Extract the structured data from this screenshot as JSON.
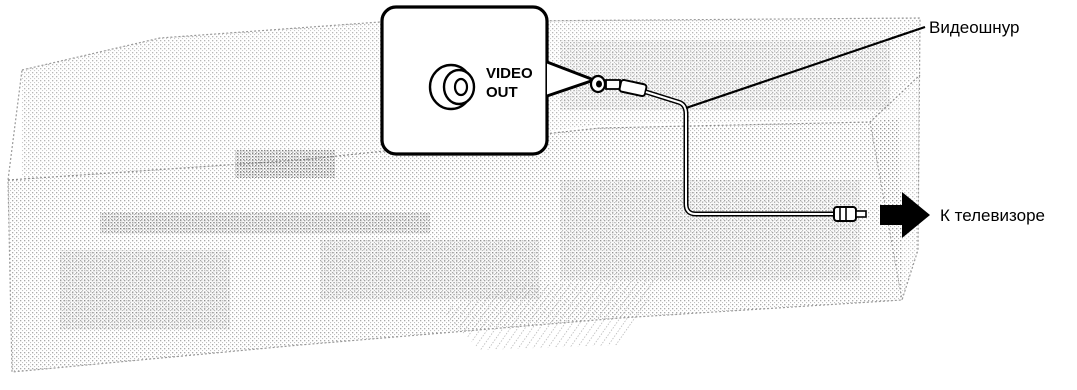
{
  "jack": {
    "line1": "VIDEO",
    "line2": "OUT"
  },
  "cable_label": "Видеошнур",
  "tv_label": "К телевизоре",
  "colors": {
    "line": "#000000",
    "device_stipple": "#8a8a8a",
    "background": "#ffffff"
  },
  "icons": [
    "rca-jack-icon",
    "rca-plug-icon",
    "right-arrow-icon"
  ]
}
